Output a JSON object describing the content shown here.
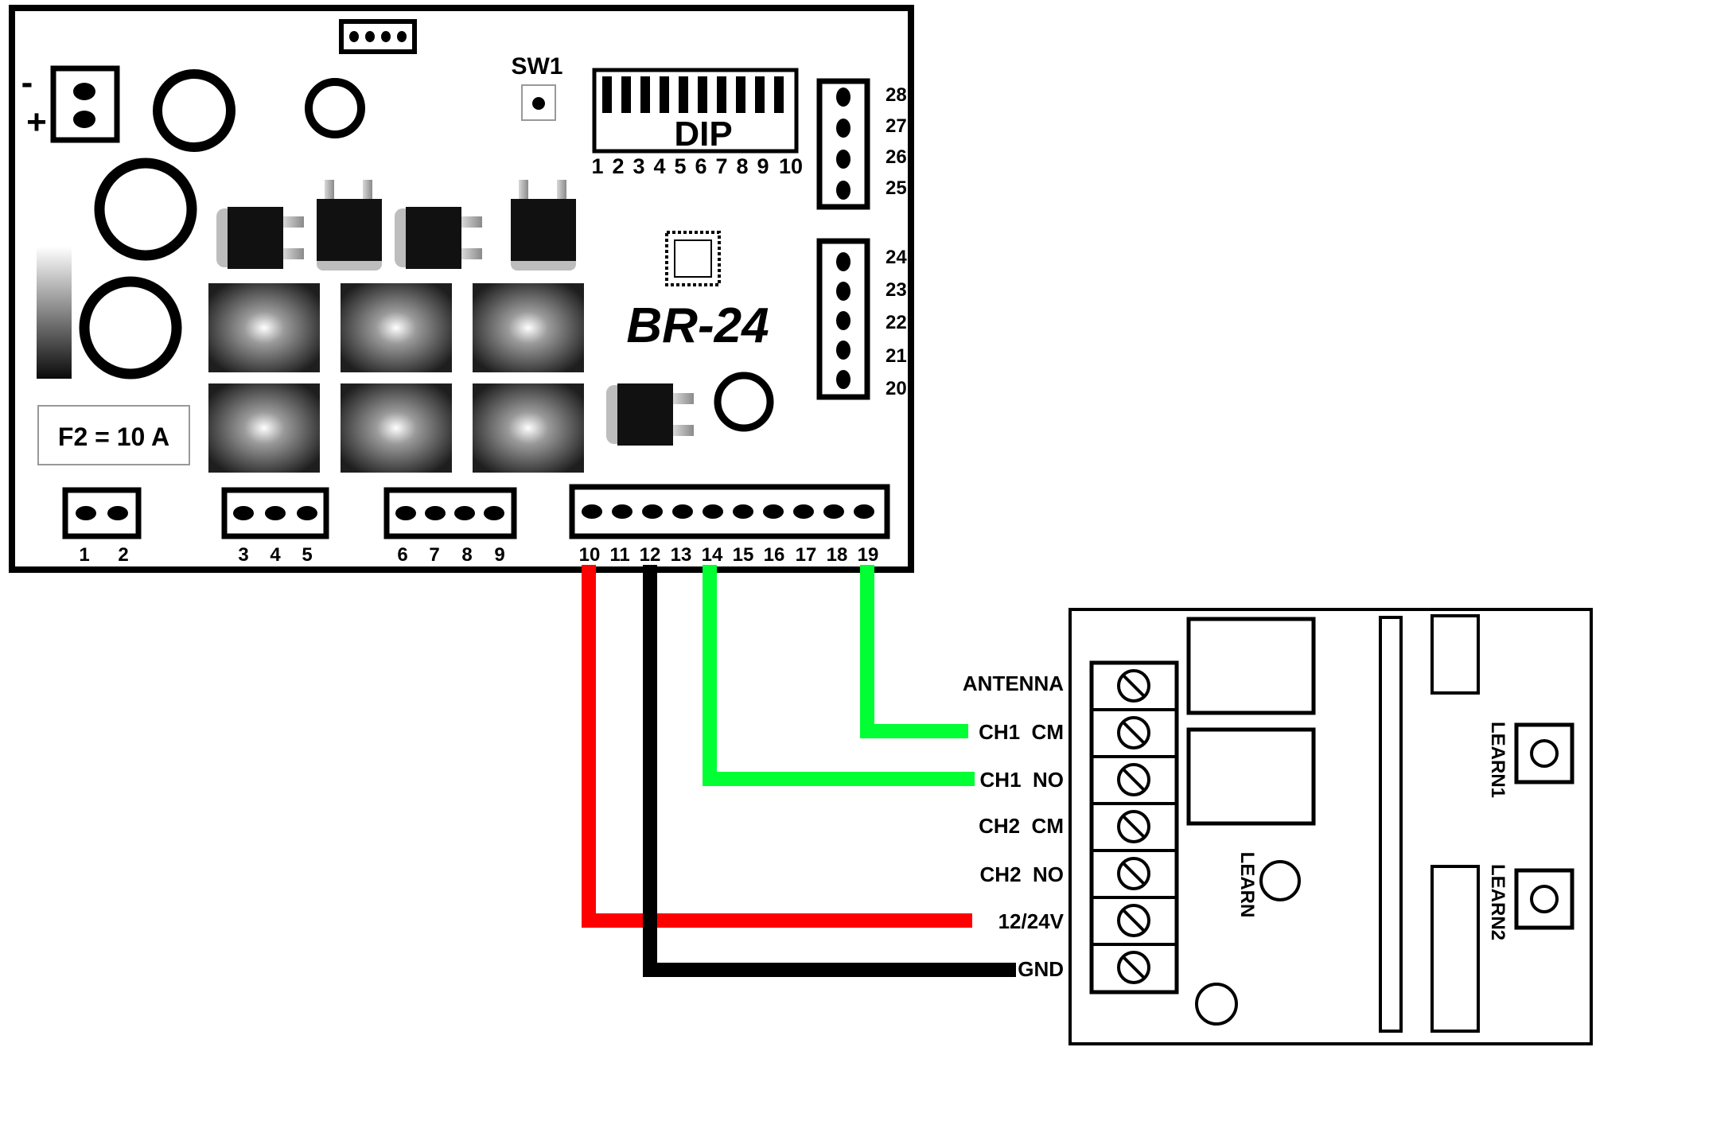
{
  "controller": {
    "model_label": "BR-24",
    "sw1_label": "SW1",
    "dip_label": "DIP",
    "dip_numbers": [
      "1",
      "2",
      "3",
      "4",
      "5",
      "6",
      "7",
      "8",
      "9",
      "10"
    ],
    "fuse_label": "F2 = 10 A",
    "polarity_minus": "-",
    "polarity_plus": "+",
    "bottom_terminals": {
      "group1": [
        "1",
        "2"
      ],
      "group2": [
        "3",
        "4",
        "5"
      ],
      "group3": [
        "6",
        "7",
        "8",
        "9"
      ],
      "group4": [
        "10",
        "11",
        "12",
        "13",
        "14",
        "15",
        "16",
        "17",
        "18",
        "19"
      ]
    },
    "right_upper_terminals": [
      "28",
      "27",
      "26",
      "25"
    ],
    "right_lower_terminals": [
      "24",
      "23",
      "22",
      "21",
      "20"
    ]
  },
  "receiver": {
    "terminal_labels": [
      "ANTENNA",
      "CH1  CM",
      "CH1  NO",
      "CH2  CM",
      "CH2  NO",
      "12/24V",
      "GND"
    ],
    "learn_label": "LEARN",
    "learn1_label": "LEARN1",
    "learn2_label": "LEARN2"
  },
  "wires": [
    {
      "from": "19",
      "to": "CH1  CM",
      "color": "#00ff33"
    },
    {
      "from": "14",
      "to": "CH1  NO",
      "color": "#00ff33"
    },
    {
      "from": "10",
      "to": "12/24V",
      "color": "#ff0000"
    },
    {
      "from": "12",
      "to": "GND",
      "color": "#000000"
    }
  ],
  "colors": {
    "green_wire": "#00ff33",
    "red_wire": "#ff0000",
    "black_wire": "#000000"
  }
}
